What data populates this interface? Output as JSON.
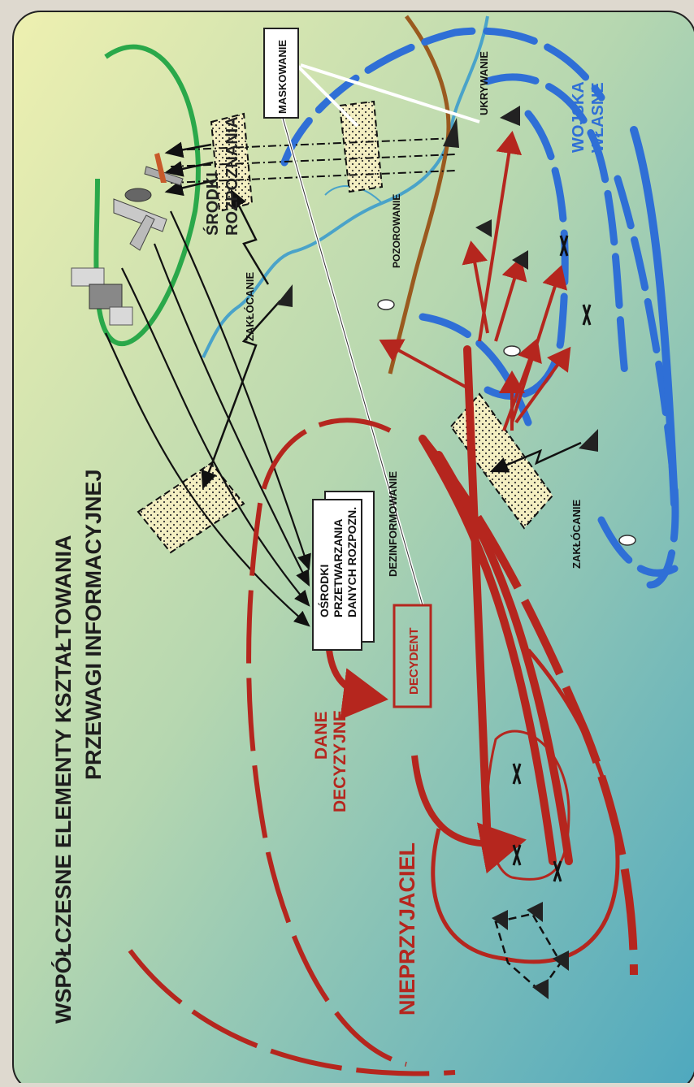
{
  "title": {
    "line1": "WSPÓŁCZESNE ELEMENTY KSZTAŁTOWANIA",
    "line2": "PRZEWAGI INFORMACYJNEJ"
  },
  "labels": {
    "srodki_1": "ŚRODKI",
    "srodki_2": "ROZPOZNANIA",
    "wojska_1": "WOJSKA",
    "wojska_2": "WŁASNE",
    "maskowanie": "MASKOWANIE",
    "ukrywanie": "UKRYWANIE",
    "pozorowanie": "POZOROWANIE",
    "zaklocanie_top": "ZAKŁÓCANIE",
    "zaklocanie_right": "ZAKŁÓCANIE",
    "dezinformowanie": "DEZINFORMOWANIE",
    "osrodki_1": "OŚRODKI",
    "osrodki_2": "PRZETWARZANIA",
    "osrodki_3": "DANYCH ROZPOZN.",
    "decydent": "DECYDENT",
    "dane_1": "DANE",
    "dane_2": "DECYZYJNE",
    "nieprzyjaciel": "NIEPRZYJACIEL"
  },
  "colors": {
    "enemy_red": "#b5261e",
    "own_blue": "#2f6fd6",
    "sensor_green": "#2aa84a",
    "river": "#4aa3c9",
    "road_brown": "#9a5a1f",
    "bg_top": "#e6ea9a",
    "bg_bottom": "#5fb3c4"
  }
}
